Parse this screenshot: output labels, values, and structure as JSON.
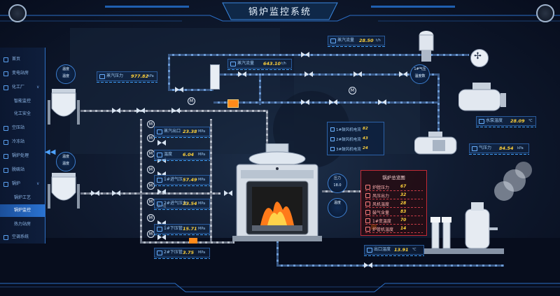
{
  "title": "锅炉监控系统",
  "sidebar": {
    "items": [
      {
        "label": "首页",
        "chevron": ""
      },
      {
        "label": "变电站房",
        "chevron": ""
      },
      {
        "label": "化工厂",
        "chevron": "∨"
      },
      {
        "label": "智能监控",
        "chevron": ""
      },
      {
        "label": "化工安全",
        "chevron": ""
      },
      {
        "label": "空压站",
        "chevron": ""
      },
      {
        "label": "冷冻站",
        "chevron": ""
      },
      {
        "label": "锅炉处理",
        "chevron": ""
      },
      {
        "label": "脱硫站",
        "chevron": ""
      },
      {
        "label": "锅炉",
        "chevron": "∨"
      },
      {
        "label": "锅炉工艺",
        "chevron": ""
      },
      {
        "label": "锅炉监控",
        "chevron": ""
      },
      {
        "label": "热力站房",
        "chevron": ""
      },
      {
        "label": "空调系统",
        "chevron": ""
      }
    ],
    "active_index": 11
  },
  "readouts": {
    "top_right_1": {
      "label": "蒸汽流量",
      "value": "28.50",
      "unit": "t/h"
    },
    "top_mid": {
      "label": "蒸汽流量",
      "value": "643.10",
      "unit": "t/h"
    },
    "left_main": {
      "label": "蒸汽压力",
      "value": "977.82",
      "unit": "kPa"
    },
    "r1": {
      "label": "蒸汽出口",
      "value": "23.38",
      "unit": "MPa"
    },
    "r2": {
      "label": "温度",
      "value": "6.04",
      "unit": "MPa"
    },
    "r3": {
      "label": "1#进气压",
      "value": "57.49",
      "unit": "MPa"
    },
    "r4": {
      "label": "2#进气压力",
      "value": "33.54",
      "unit": "MPa"
    },
    "r5": {
      "label": "1#下压管",
      "value": "15.71",
      "unit": "MPa"
    },
    "r6": {
      "label": "2#下压管",
      "value": "3.75",
      "unit": "MPa"
    },
    "right_temp": {
      "label": "水泵温度",
      "value": "28.09",
      "unit": "℃"
    },
    "right_pressure": {
      "label": "气压力",
      "value": "84.54",
      "unit": "kPa"
    },
    "bottom": {
      "label": "出口温度",
      "value": "13.91",
      "unit": "℃"
    }
  },
  "air_panel": {
    "rows": [
      {
        "label": "1#鼓风机电流",
        "value": "82"
      },
      {
        "label": "2#鼓风机电流",
        "value": "43"
      },
      {
        "label": "3#鼓风机电流",
        "value": "24"
      }
    ]
  },
  "status_panel": {
    "title": "锅炉总览图",
    "rows": [
      {
        "label": "炉膛压力",
        "value": "67"
      },
      {
        "label": "风压出力",
        "value": "32"
      },
      {
        "label": "风机温度",
        "value": "28"
      },
      {
        "label": "鼓气含量",
        "value": "83"
      },
      {
        "label": "1#变温度",
        "value": "70"
      },
      {
        "label": "炉管机温度",
        "value": "14"
      }
    ]
  },
  "badges": {
    "b1": "温度\n温度",
    "b2": "1#气压\n温度数",
    "b3": "温度\n温度",
    "b4": "压力\n18.0",
    "b5": "温度"
  },
  "colors": {
    "accent": "#2a72d0",
    "value": "#ffd23a",
    "alarm": "#c12a35"
  }
}
